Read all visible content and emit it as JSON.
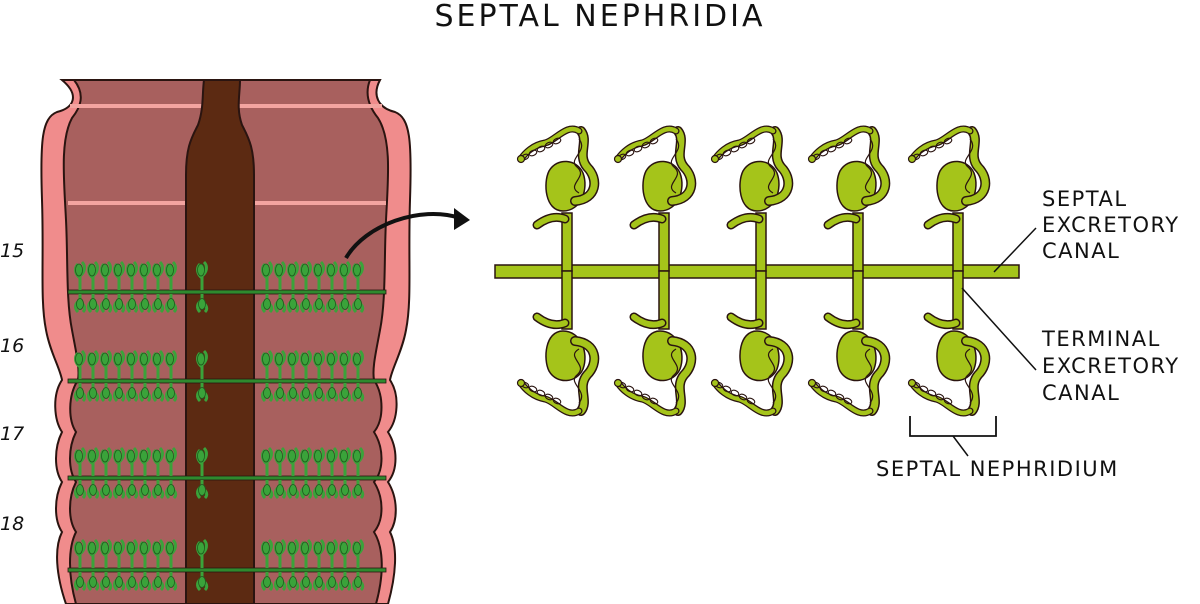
{
  "title": "SEPTAL NEPHRIDIA",
  "segment_numbers": [
    "15",
    "16",
    "17",
    "18"
  ],
  "labels": {
    "septal_canal": [
      "SEPTAL",
      "EXCRETORY",
      "CANAL"
    ],
    "terminal_canal": [
      "TERMINAL",
      "EXCRETORY",
      "CANAL"
    ],
    "nephridium": "SEPTAL NEPHRIDIUM"
  },
  "colors": {
    "body_outer": "#f08c8c",
    "body_inner": "#a8605e",
    "gut": "#5c2a12",
    "segment_line": "#f3a4a0",
    "nephridia_small": "#3aa33a",
    "nephridium_large": "#a5c41a",
    "outline": "#2a1410"
  }
}
